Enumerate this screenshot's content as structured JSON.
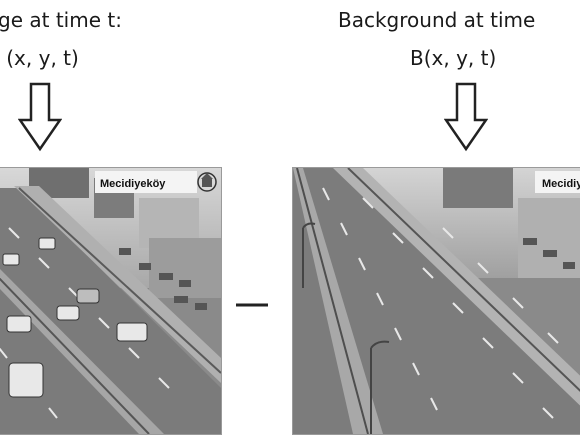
{
  "left": {
    "title": "ge at time t:",
    "formula": "I (x, y, t)",
    "photo_caption": "Mecidiyeköy"
  },
  "right": {
    "title": "Background at time",
    "formula": "B(x, y, t)",
    "photo_caption": "Mecidiy"
  },
  "operator": "minus",
  "icons": {
    "arrow": "down-arrow-icon",
    "logo": "municipality-logo-icon"
  }
}
